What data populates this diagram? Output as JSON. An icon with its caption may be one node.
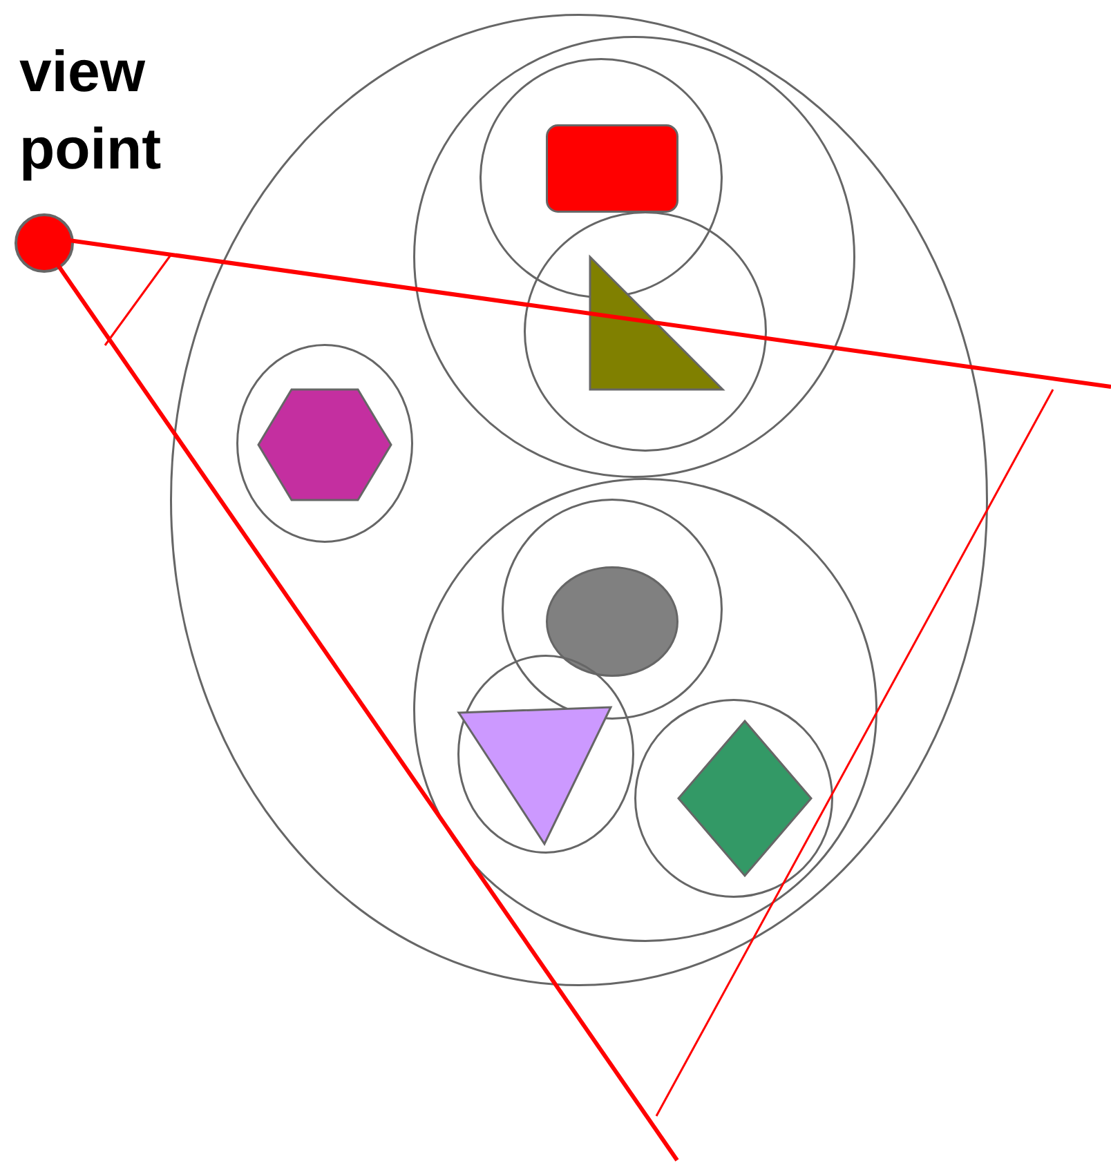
{
  "diagram": {
    "nodes": [
      {
        "text": [
          "view point"
        ]
      },
      {
        "text": [],
        "shape": "circle"
      },
      {
        "text": [],
        "shape": "circle",
        "in": 1
      },
      {
        "text": [],
        "shape": "circle",
        "in": 2
      },
      {
        "text": [],
        "shape": "box",
        "in": 3
      },
      {
        "text": [],
        "shape": "circle",
        "in": 2
      },
      {
        "text": [],
        "shape": "triangle",
        "in": 5
      },
      {
        "text": [],
        "shape": "circle",
        "in": 1
      },
      {
        "text": [],
        "shape": "hexagon",
        "in": 7
      },
      {
        "text": [],
        "shape": "circle",
        "in": 1
      },
      {
        "text": [],
        "shape": "circle",
        "in": 9
      },
      {
        "text": [],
        "shape": "ellipse",
        "in": 10
      },
      {
        "text": [],
        "shape": "circle",
        "in": 9
      },
      {
        "text": [],
        "shape": "triangle",
        "in": 12
      },
      {
        "text": [],
        "shape": "circle",
        "in": 9
      },
      {
        "text": [],
        "shape": "diamond",
        "in": 14
      }
    ]
  }
}
